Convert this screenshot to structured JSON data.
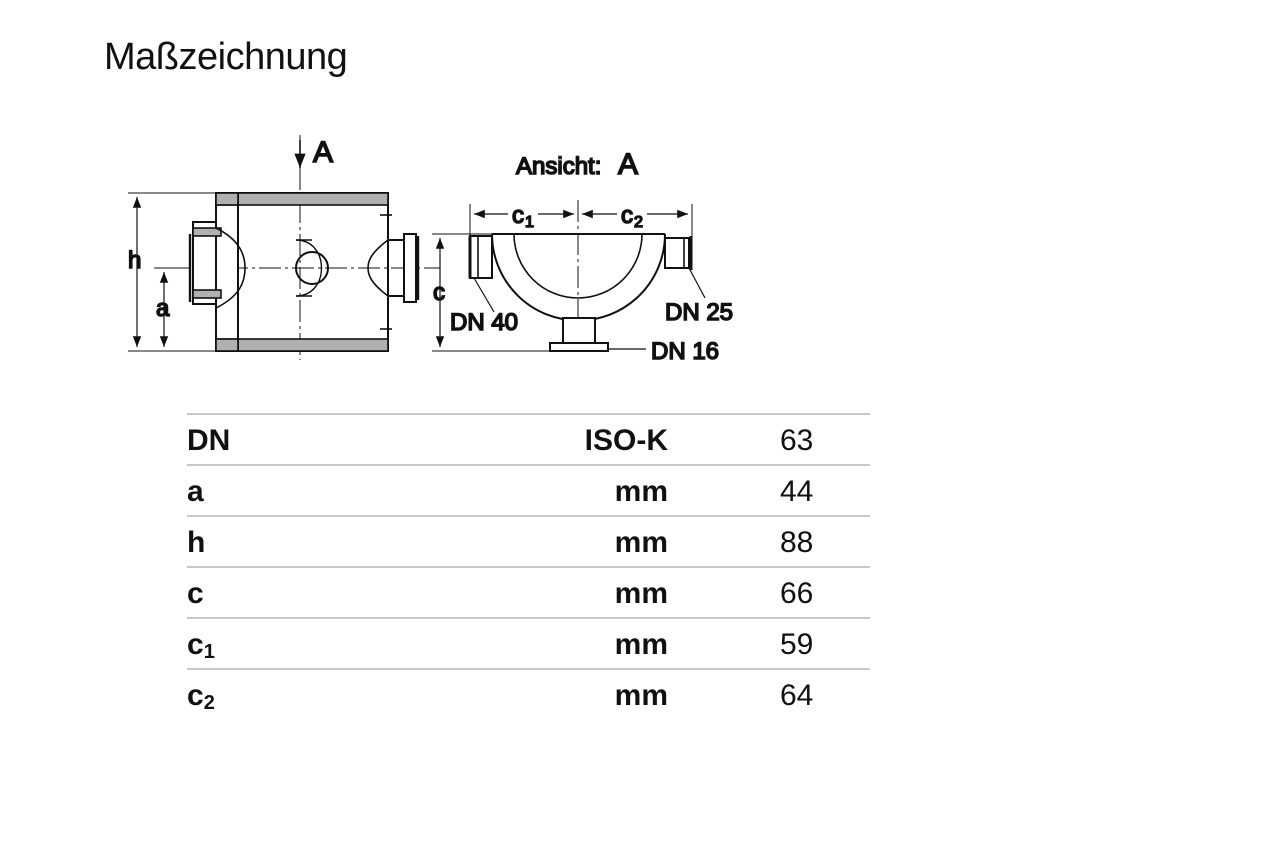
{
  "page": {
    "title": "Maßzeichnung"
  },
  "drawing": {
    "view_arrow_label": "A",
    "view_title_prefix": "Ansicht: ",
    "view_title_letter": "A",
    "dim_h": "h",
    "dim_a": "a",
    "dim_c": "c",
    "dim_c1_base": "c",
    "dim_c1_sub": "1",
    "dim_c2_base": "c",
    "dim_c2_sub": "2",
    "port_dn40": "DN 40",
    "port_dn25": "DN 25",
    "port_dn16": "DN 16"
  },
  "table": {
    "rows": [
      {
        "name": "DN",
        "sub": "",
        "unit": "ISO-K",
        "value": "63"
      },
      {
        "name": "a",
        "sub": "",
        "unit": "mm",
        "value": "44"
      },
      {
        "name": "h",
        "sub": "",
        "unit": "mm",
        "value": "88"
      },
      {
        "name": "c",
        "sub": "",
        "unit": "mm",
        "value": "66"
      },
      {
        "name": "c",
        "sub": "1",
        "unit": "mm",
        "value": "59"
      },
      {
        "name": "c",
        "sub": "2",
        "unit": "mm",
        "value": "64"
      }
    ]
  }
}
